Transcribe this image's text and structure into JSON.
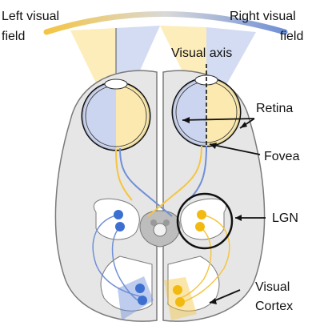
{
  "labels": {
    "left_field_line1": "Left visual",
    "left_field_line2": "field",
    "right_field_line1": "Right visual",
    "right_field_line2": "field",
    "visual_axis": "Visual axis",
    "retina": "Retina",
    "fovea": "Fovea",
    "lgn": "LGN",
    "cortex_line1": "Visual",
    "cortex_line2": "Cortex"
  },
  "colors": {
    "left_field": "#f4c542",
    "right_field": "#6f8fd6",
    "brain": "#e6e6e6",
    "brain_outline": "#7a7a7a",
    "white_matter": "#ffffff",
    "yellow_fill": "#fde9a9",
    "blue_fill": "#c9d3f0"
  }
}
